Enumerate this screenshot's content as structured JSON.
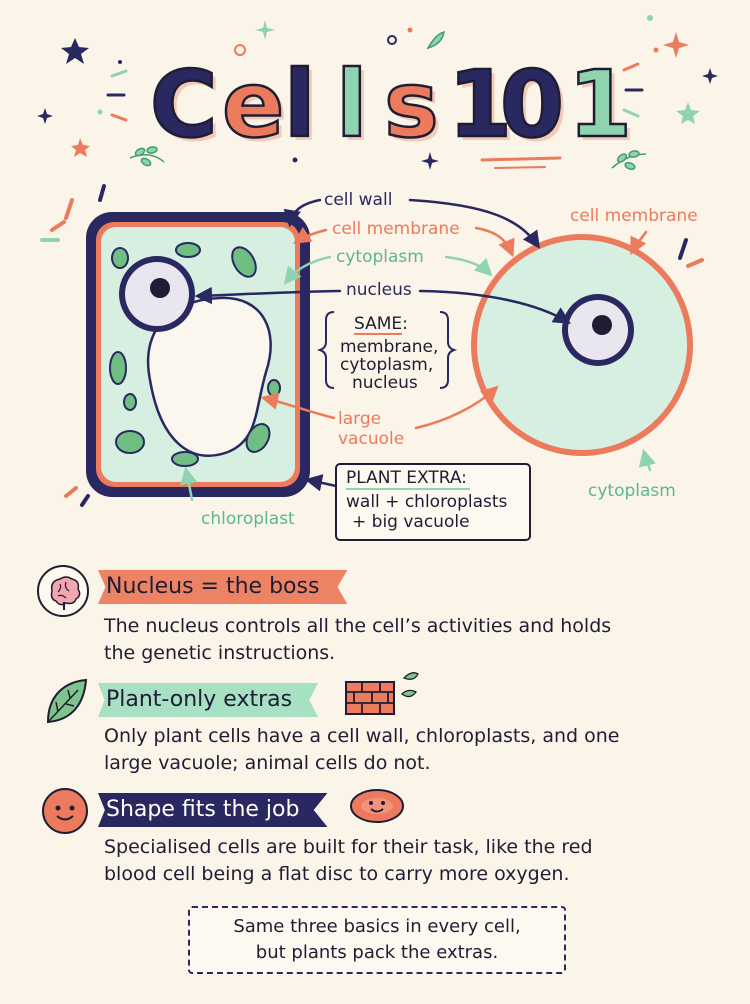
{
  "title": {
    "chars": [
      "C",
      "e",
      "l",
      "l",
      "s",
      "1",
      "0",
      "1"
    ],
    "colors": [
      "#2a2860",
      "#ec7a5c",
      "#2a2860",
      "#8fd3b0",
      "#ec7a5c",
      "#2a2860",
      "#2a2860",
      "#8fd3b0"
    ]
  },
  "diagram": {
    "labels": {
      "cell_wall": "cell wall",
      "cell_membrane_center": "cell membrane",
      "cytoplasm_center": "cytoplasm",
      "nucleus_center": "nucleus",
      "cell_membrane_right": "cell membrane",
      "cytoplasm_right": "cytoplasm",
      "large_vacuole_line1": "large",
      "large_vacuole_line2": "vacuole",
      "chloroplast": "chloroplast"
    },
    "same_box": {
      "heading": "SAME:",
      "lines": [
        "membrane,",
        "cytoplasm,",
        "nucleus"
      ]
    },
    "plant_extra_box": {
      "heading": "PLANT EXTRA:",
      "lines": [
        "wall + chloroplasts",
        "+ big vacuole"
      ]
    }
  },
  "sections": [
    {
      "banner": "Nucleus = the boss",
      "icon": "brain-icon",
      "body_lines": [
        "The nucleus controls all the cell’s activities and holds",
        "the genetic instructions."
      ]
    },
    {
      "banner": "Plant-only extras",
      "icon": "leaf-icon",
      "body_lines": [
        "Only plant cells have a cell wall, chloroplasts, and one",
        "large vacuole; animal cells do not."
      ]
    },
    {
      "banner": "Shape fits the job",
      "icon": "smiley-cell-icon",
      "body_lines": [
        "Specialised cells are built for their task, like the red",
        "blood cell being a flat disc to carry more oxygen."
      ]
    }
  ],
  "summary": {
    "lines": [
      "Same three basics in every cell,",
      "but plants pack the extras."
    ]
  },
  "colors": {
    "navy": "#2a2860",
    "coral": "#ec7a5c",
    "mint": "#8fd3b0",
    "cytoplasm_fill": "#d7efe0",
    "chloroplast_fill": "#6fbf84",
    "background": "#fbf4e9"
  }
}
